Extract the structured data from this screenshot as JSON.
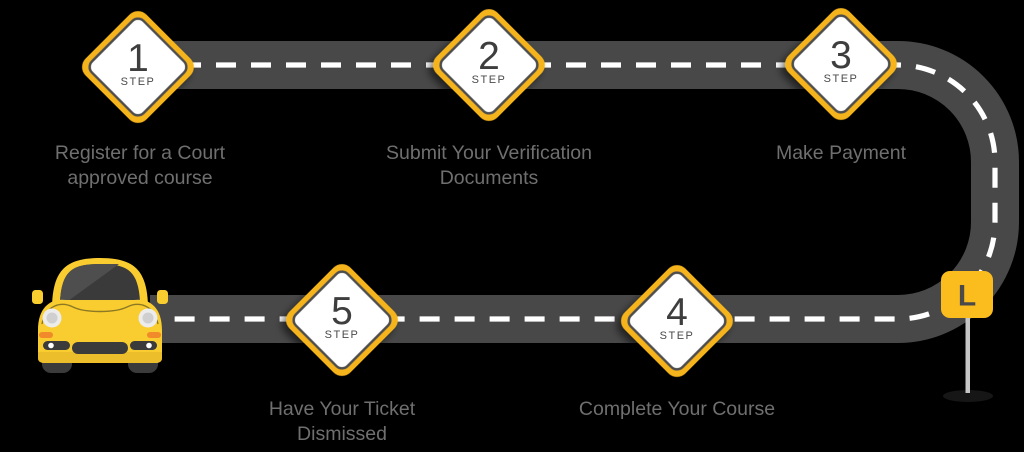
{
  "colors": {
    "background": "#000000",
    "road": "#484848",
    "road_centerline": "#ffffff",
    "sign_yellow": "#F5B41D",
    "sign_inner_border": "#4E4E4E",
    "step_number_text": "#3E3E3E",
    "caption_text": "#6F6F6F",
    "l_sign_yellow": "#FBBC1E",
    "car_body_yellow": "#F9CD2F"
  },
  "steps": [
    {
      "number": "1",
      "label": "STEP",
      "caption_line1": "Register for a Court",
      "caption_line2": "approved course"
    },
    {
      "number": "2",
      "label": "STEP",
      "caption_line1": "Submit Your Verification",
      "caption_line2": "Documents"
    },
    {
      "number": "3",
      "label": "STEP",
      "caption_line1": "Make Payment",
      "caption_line2": ""
    },
    {
      "number": "4",
      "label": "STEP",
      "caption_line1": "Complete Your Course",
      "caption_line2": ""
    },
    {
      "number": "5",
      "label": "STEP",
      "caption_line1": "Have Your Ticket",
      "caption_line2": "Dismissed"
    }
  ],
  "l_sign": {
    "letter": "L"
  }
}
